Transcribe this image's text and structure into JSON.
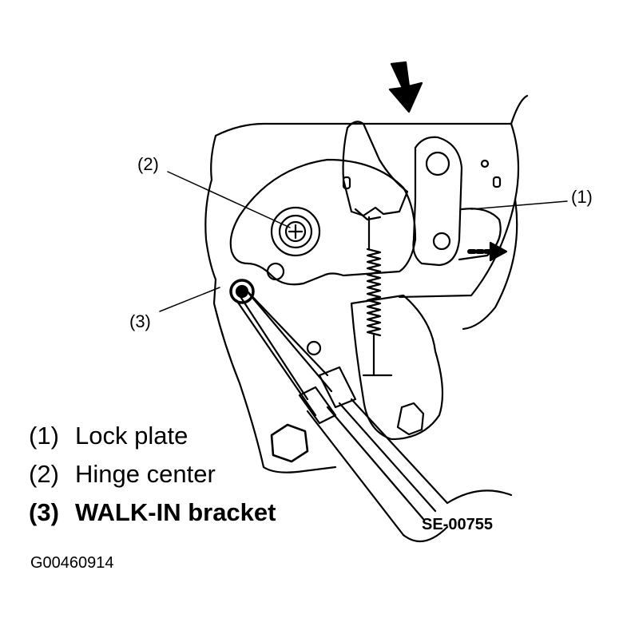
{
  "callouts": {
    "c1": "(1)",
    "c2": "(2)",
    "c3": "(3)"
  },
  "legend": [
    {
      "num": "(1)",
      "label": "Lock plate"
    },
    {
      "num": "(2)",
      "label": "Hinge center"
    },
    {
      "num": "(3)",
      "label": "WALK-IN bracket"
    }
  ],
  "figure_code": "SE-00755",
  "graphic_id": "G00460914",
  "icons": {
    "push_arrow": "down-arrow-icon",
    "release_arrow": "right-arrow-icon"
  },
  "colors": {
    "line": "#000000",
    "background": "#ffffff"
  }
}
